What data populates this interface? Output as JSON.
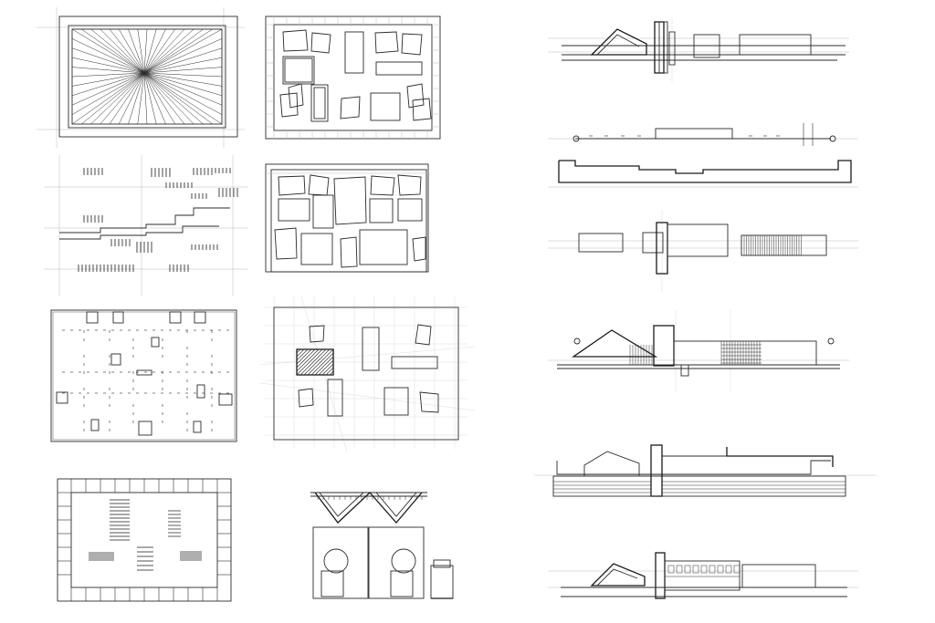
{
  "sheet": {
    "background": "#ffffff",
    "ink_color": "#2b2b2b",
    "guide_color": "#b9b9b9",
    "text": []
  },
  "drawings": {
    "plans": [
      "radial-lines-plan",
      "scattered-rooms-plan",
      "tick-marks-plan",
      "clustered-rooms-plan",
      "dotted-grid-plan",
      "hatched-room-plan",
      "perimeter-border-plan",
      "section-detail"
    ],
    "elevations": [
      "elevation-1",
      "elevation-2",
      "elevation-3",
      "elevation-4",
      "elevation-5",
      "elevation-6"
    ]
  }
}
